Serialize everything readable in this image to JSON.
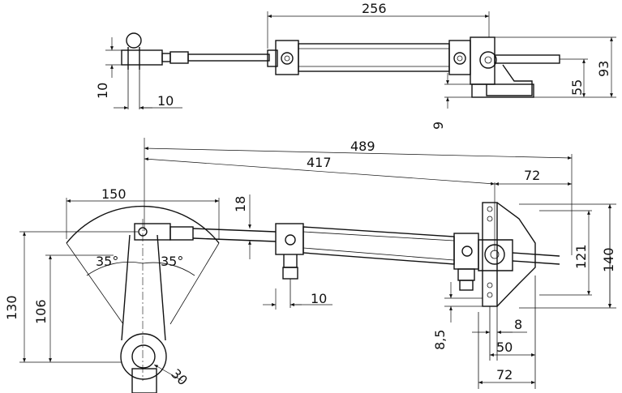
{
  "labels": {
    "top_total_length": "256",
    "top_clevis_offset": "10",
    "top_clevis_height": "10",
    "top_base_height": "9",
    "top_height_55": "55",
    "top_height_93": "93",
    "main_total_489": "489",
    "main_length_417": "417",
    "main_end_72": "72",
    "main_arc_width": "150",
    "main_rod_18": "18",
    "main_angle_left": "35°",
    "main_angle_right": "35°",
    "main_height_130": "130",
    "main_height_106": "106",
    "main_lug_30": "30",
    "main_port_10": "10",
    "main_mount_121": "121",
    "main_mount_140": "140",
    "main_offset_8_5": "8,5",
    "main_offset_8": "8",
    "main_base_50": "50",
    "main_base_72": "72"
  }
}
